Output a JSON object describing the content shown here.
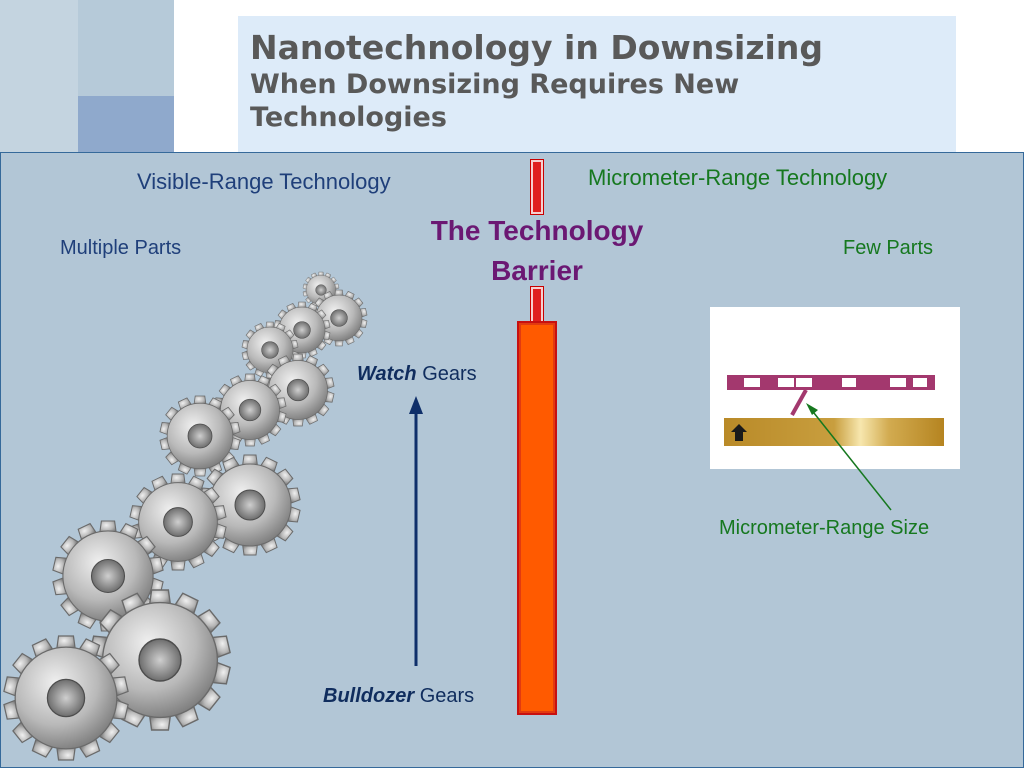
{
  "slide": {
    "title": "Nanotechnology in Downsizing",
    "subtitle": "When Downsizing Requires New Technologies"
  },
  "labels": {
    "visible_range": "Visible-Range Technology",
    "micrometer_range": "Micrometer-Range Technology",
    "barrier": "The Technology Barrier",
    "multiple_parts": "Multiple Parts",
    "few_parts": "Few Parts",
    "watch_emph": "Watch",
    "watch_rest": "Gears",
    "bulldozer_emph": "Bulldozer",
    "bulldozer_rest": "Gears",
    "micrometer_size": "Micrometer-Range Size"
  },
  "colors": {
    "barrier_bar": "#ff5a00",
    "barrier_text": "#6b1873",
    "micrometer_text": "#16781f",
    "visible_text": "#1f3f7a",
    "panel": "#b2c6d6",
    "title_box": "#ddebf9"
  },
  "icons": {
    "gears": "gear-icon",
    "up_arrow": "up-arrow-icon",
    "pointer": "pointer-arrow-icon"
  }
}
